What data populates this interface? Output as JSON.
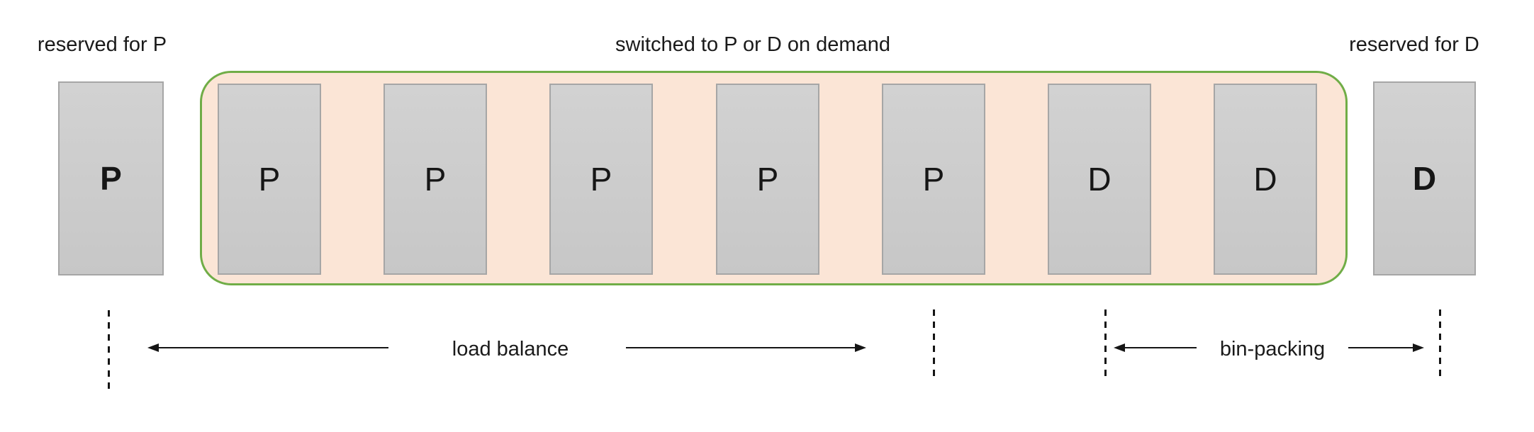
{
  "diagram": {
    "annotations": {
      "reserved_left": "reserved for P",
      "pool": "switched to P or D on demand",
      "reserved_right": "reserved for D",
      "load_balance": "load balance",
      "bin_packing": "bin-packing"
    },
    "reserved_left_node": {
      "label": "P"
    },
    "pool_nodes": [
      {
        "label": "P"
      },
      {
        "label": "P"
      },
      {
        "label": "P"
      },
      {
        "label": "P"
      },
      {
        "label": "P"
      },
      {
        "label": "D"
      },
      {
        "label": "D"
      }
    ],
    "reserved_right_node": {
      "label": "D"
    },
    "colors": {
      "pool_fill": "#fbe5d6",
      "pool_border": "#70ad47",
      "node_fill": "#c9c9c9",
      "node_border": "#a6a6a6",
      "line": "#151515",
      "text": "#1a1a1a"
    }
  }
}
